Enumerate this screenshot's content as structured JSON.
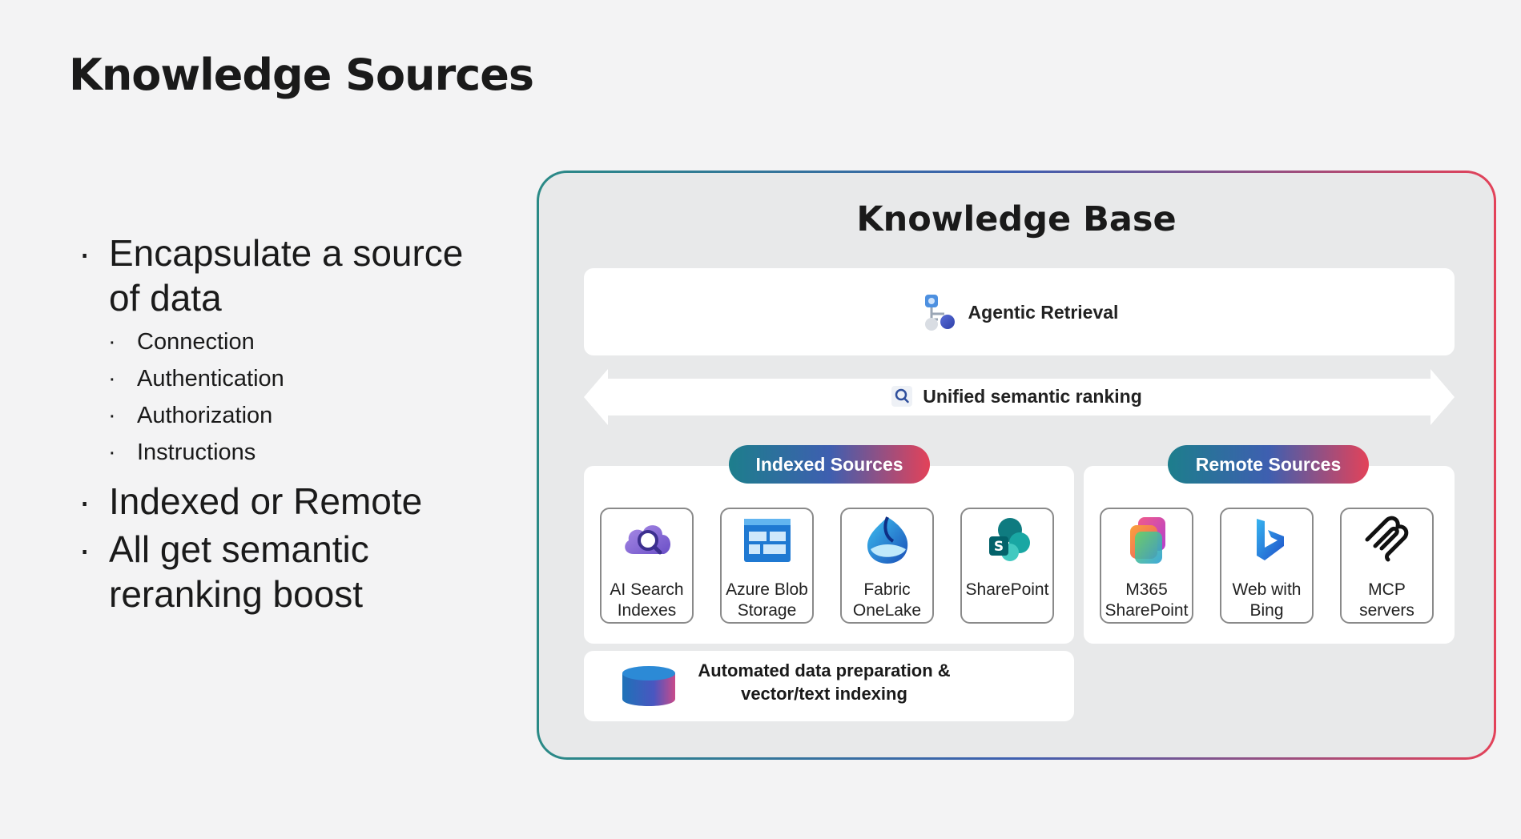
{
  "slide": {
    "title": "Knowledge Sources"
  },
  "bullets": [
    {
      "text": "Encapsulate a source of data",
      "subs": [
        "Connection",
        "Authentication",
        "Authorization",
        "Instructions"
      ]
    },
    {
      "text": "Indexed or Remote",
      "subs": []
    },
    {
      "text": "All get semantic reranking boost",
      "subs": []
    }
  ],
  "knowledge_base": {
    "title": "Knowledge Base",
    "agentic_retrieval": {
      "label": "Agentic Retrieval",
      "icon": "agentic-flow-icon"
    },
    "ranking": {
      "label": "Unified semantic ranking",
      "icon": "search-icon"
    },
    "indexed": {
      "label": "Indexed Sources",
      "sources": [
        {
          "label": "AI Search\nIndexes",
          "icon": "ai-search-icon"
        },
        {
          "label": "Azure Blob\nStorage",
          "icon": "blob-storage-icon"
        },
        {
          "label": "Fabric\nOneLake",
          "icon": "onelake-icon"
        },
        {
          "label": "SharePoint",
          "icon": "sharepoint-icon"
        }
      ],
      "preparation": "Automated data preparation &\nvector/text indexing"
    },
    "remote": {
      "label": "Remote Sources",
      "sources": [
        {
          "label": "M365\nSharePoint",
          "icon": "m365-icon"
        },
        {
          "label": "Web with\nBing",
          "icon": "bing-icon"
        },
        {
          "label": "MCP\nservers",
          "icon": "mcp-icon"
        }
      ]
    }
  },
  "colors": {
    "gradient_start": "#2a8a86",
    "gradient_mid": "#3e5fb0",
    "gradient_end": "#e34259",
    "background": "#f3f3f4"
  }
}
